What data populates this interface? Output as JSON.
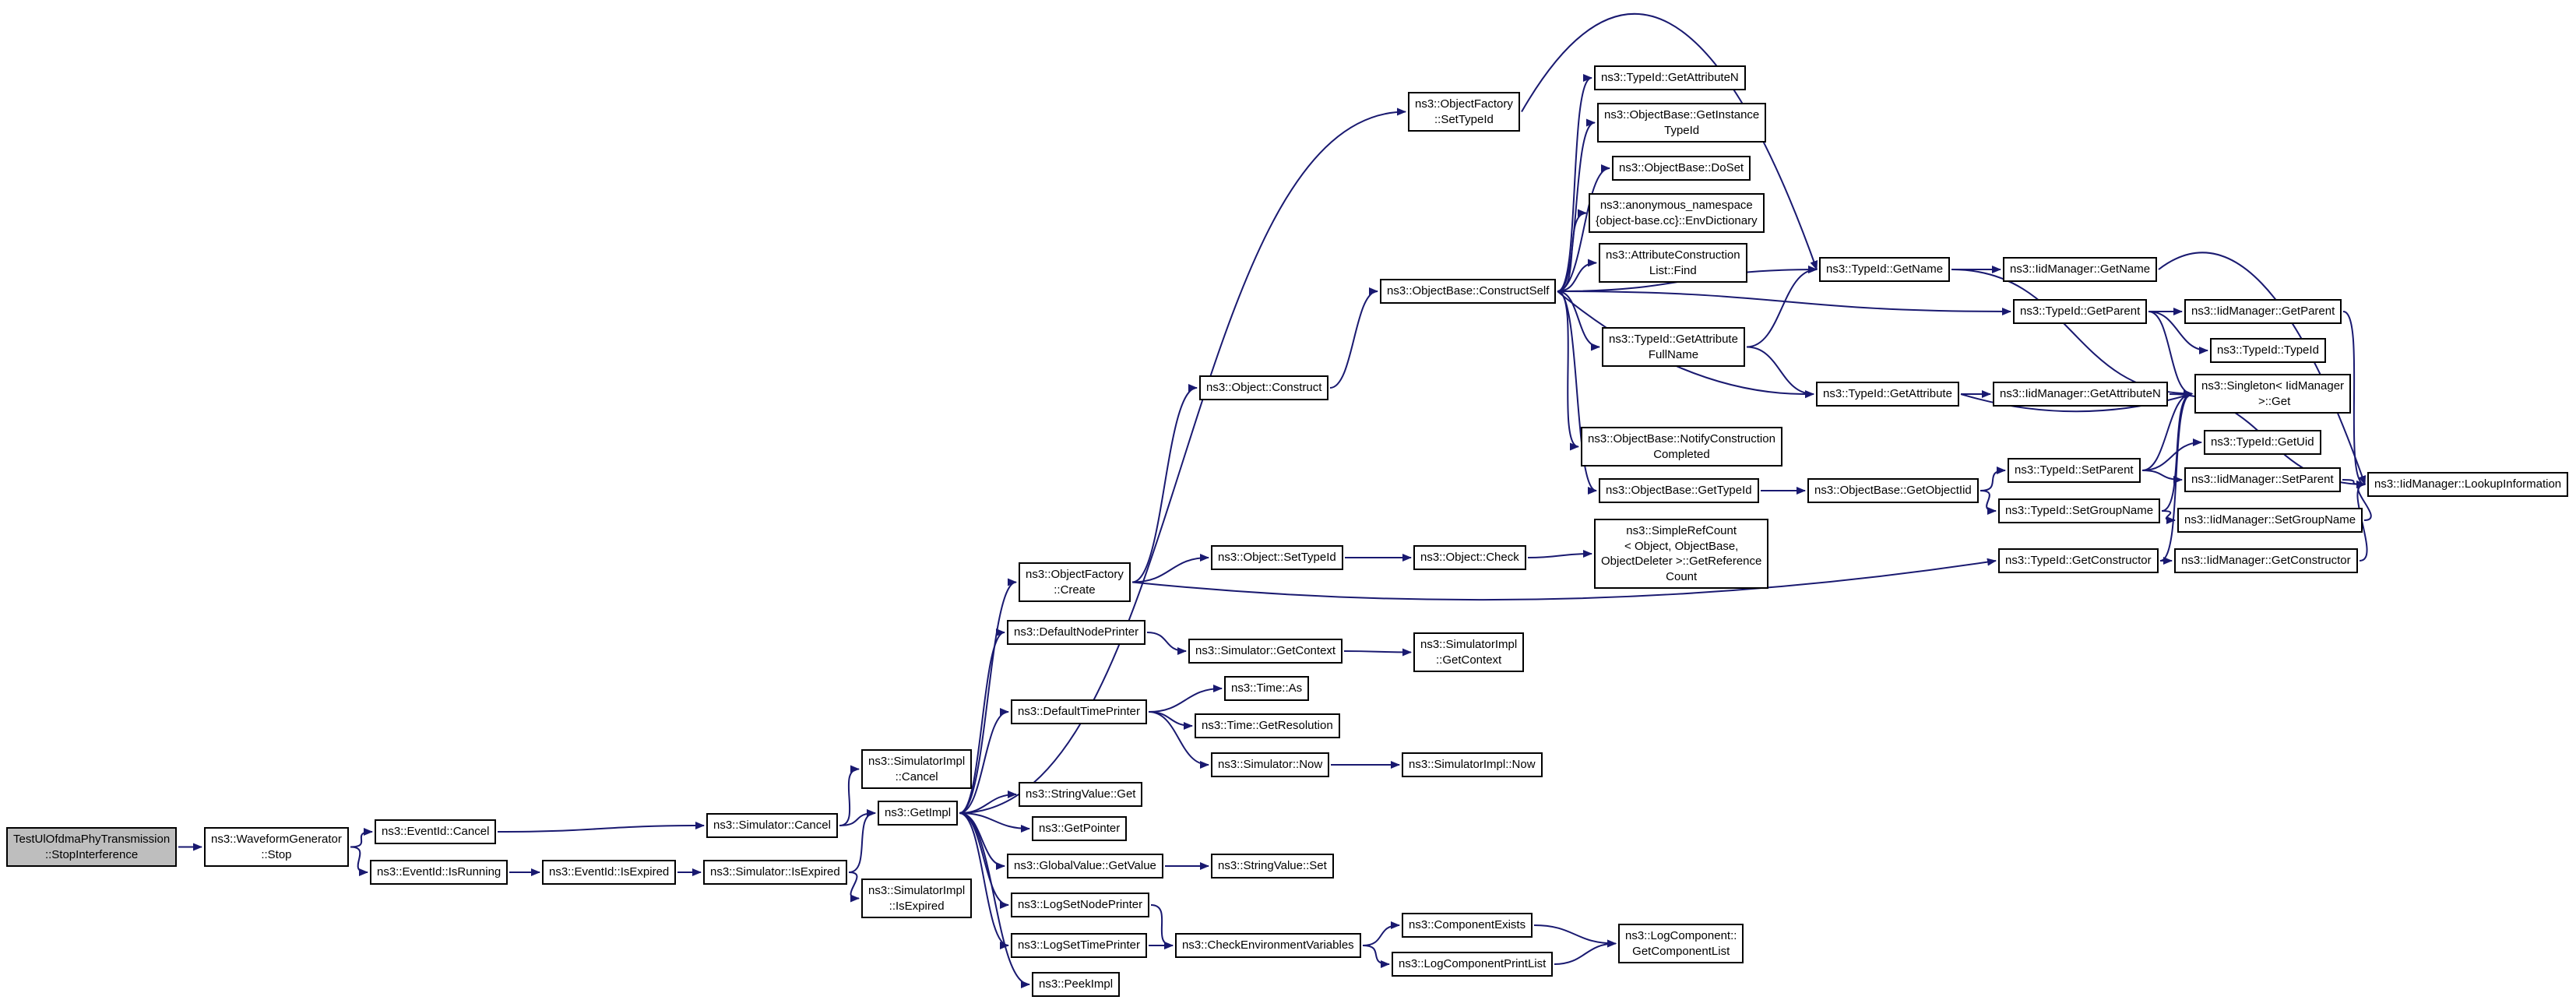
{
  "diagram": {
    "type": "call-graph",
    "background": "#ffffff",
    "edge_color": "#191970",
    "node_fill": "#ffffff",
    "node_border_color": "#000000",
    "root_fill": "#bebebe"
  },
  "nodes": {
    "stop_interference": {
      "label": "TestUlOfdmaPhyTransmission\n::StopInterference"
    },
    "waveform_stop": {
      "label": "ns3::WaveformGenerator\n::Stop"
    },
    "eventid_cancel": {
      "label": "ns3::EventId::Cancel"
    },
    "eventid_isrunning": {
      "label": "ns3::EventId::IsRunning"
    },
    "eventid_isexpired": {
      "label": "ns3::EventId::IsExpired"
    },
    "sim_cancel": {
      "label": "ns3::Simulator::Cancel"
    },
    "sim_isexpired": {
      "label": "ns3::Simulator::IsExpired"
    },
    "simimpl_cancel": {
      "label": "ns3::SimulatorImpl\n::Cancel"
    },
    "simimpl_isexpired": {
      "label": "ns3::SimulatorImpl\n::IsExpired"
    },
    "getimpl": {
      "label": "ns3::GetImpl"
    },
    "of_create": {
      "label": "ns3::ObjectFactory\n::Create"
    },
    "default_node_printer": {
      "label": "ns3::DefaultNodePrinter"
    },
    "default_time_printer": {
      "label": "ns3::DefaultTimePrinter"
    },
    "stringvalue_get": {
      "label": "ns3::StringValue::Get"
    },
    "getpointer": {
      "label": "ns3::GetPointer"
    },
    "globalvalue_getvalue": {
      "label": "ns3::GlobalValue::GetValue"
    },
    "logsetnodeprinter": {
      "label": "ns3::LogSetNodePrinter"
    },
    "logsettimeprinter": {
      "label": "ns3::LogSetTimePrinter"
    },
    "peekimpl": {
      "label": "ns3::PeekImpl"
    },
    "of_settypeid": {
      "label": "ns3::ObjectFactory\n::SetTypeId"
    },
    "object_construct": {
      "label": "ns3::Object::Construct"
    },
    "object_settypeid": {
      "label": "ns3::Object::SetTypeId"
    },
    "sim_getcontext": {
      "label": "ns3::Simulator::GetContext"
    },
    "time_as": {
      "label": "ns3::Time::As"
    },
    "time_getresolution": {
      "label": "ns3::Time::GetResolution"
    },
    "sim_now": {
      "label": "ns3::Simulator::Now"
    },
    "check_env": {
      "label": "ns3::CheckEnvironmentVariables"
    },
    "stringvalue_set": {
      "label": "ns3::StringValue::Set"
    },
    "simimpl_getcontext": {
      "label": "ns3::SimulatorImpl\n::GetContext"
    },
    "simimpl_now": {
      "label": "ns3::SimulatorImpl::Now"
    },
    "component_exists": {
      "label": "ns3::ComponentExists"
    },
    "log_component_print_list": {
      "label": "ns3::LogComponentPrintList"
    },
    "get_component_list": {
      "label": "ns3::LogComponent::\nGetComponentList"
    },
    "object_check": {
      "label": "ns3::Object::Check"
    },
    "getrefcount": {
      "label": "ns3::SimpleRefCount\n< Object, ObjectBase,\nObjectDeleter >::GetReference\nCount"
    },
    "constructself": {
      "label": "ns3::ObjectBase::ConstructSelf"
    },
    "tid_getattributen": {
      "label": "ns3::TypeId::GetAttributeN"
    },
    "getinstancetypeid": {
      "label": "ns3::ObjectBase::GetInstance\nTypeId"
    },
    "doset": {
      "label": "ns3::ObjectBase::DoSet"
    },
    "envdictionary": {
      "label": "ns3::anonymous_namespace\n{object-base.cc}::EnvDictionary"
    },
    "acl_find": {
      "label": "ns3::AttributeConstruction\nList::Find"
    },
    "getattrfullname": {
      "label": "ns3::TypeId::GetAttribute\nFullName"
    },
    "notify_cc": {
      "label": "ns3::ObjectBase::NotifyConstruction\nCompleted"
    },
    "ob_gettypeid": {
      "label": "ns3::ObjectBase::GetTypeId"
    },
    "tid_getname": {
      "label": "ns3::TypeId::GetName"
    },
    "tid_getattribute": {
      "label": "ns3::TypeId::GetAttribute"
    },
    "iid_getname": {
      "label": "ns3::IidManager::GetName"
    },
    "tid_getparent": {
      "label": "ns3::TypeId::GetParent"
    },
    "iid_getattributen": {
      "label": "ns3::IidManager::GetAttributeN"
    },
    "getobjectiid": {
      "label": "ns3::ObjectBase::GetObjectIid"
    },
    "iid_getparent": {
      "label": "ns3::IidManager::GetParent"
    },
    "tid_tid": {
      "label": "ns3::TypeId::TypeId"
    },
    "singleton_get": {
      "label": "ns3::Singleton< IidManager\n >::Get"
    },
    "tid_getuid": {
      "label": "ns3::TypeId::GetUid"
    },
    "tid_setparent": {
      "label": "ns3::TypeId::SetParent"
    },
    "iid_setparent": {
      "label": "ns3::IidManager::SetParent"
    },
    "tid_setgroupname": {
      "label": "ns3::TypeId::SetGroupName"
    },
    "iid_setgroupname": {
      "label": "ns3::IidManager::SetGroupName"
    },
    "tid_getconstructor": {
      "label": "ns3::TypeId::GetConstructor"
    },
    "iid_getconstructor": {
      "label": "ns3::IidManager::GetConstructor"
    },
    "lookupinformation": {
      "label": "ns3::IidManager::LookupInformation"
    }
  },
  "edges": [
    {
      "from": "stop_interference",
      "to": "waveform_stop"
    },
    {
      "from": "waveform_stop",
      "to": "eventid_cancel"
    },
    {
      "from": "waveform_stop",
      "to": "eventid_isrunning"
    },
    {
      "from": "eventid_cancel",
      "to": "sim_cancel"
    },
    {
      "from": "eventid_isrunning",
      "to": "eventid_isexpired"
    },
    {
      "from": "eventid_isexpired",
      "to": "sim_isexpired"
    },
    {
      "from": "sim_cancel",
      "to": "simimpl_cancel"
    },
    {
      "from": "sim_cancel",
      "to": "getimpl"
    },
    {
      "from": "sim_isexpired",
      "to": "simimpl_isexpired"
    },
    {
      "from": "sim_isexpired",
      "to": "getimpl"
    },
    {
      "from": "getimpl",
      "to": "of_settypeid"
    },
    {
      "from": "getimpl",
      "to": "of_create"
    },
    {
      "from": "getimpl",
      "to": "default_node_printer"
    },
    {
      "from": "getimpl",
      "to": "default_time_printer"
    },
    {
      "from": "getimpl",
      "to": "stringvalue_get"
    },
    {
      "from": "getimpl",
      "to": "getpointer"
    },
    {
      "from": "getimpl",
      "to": "globalvalue_getvalue"
    },
    {
      "from": "getimpl",
      "to": "logsetnodeprinter"
    },
    {
      "from": "getimpl",
      "to": "logsettimeprinter"
    },
    {
      "from": "getimpl",
      "to": "peekimpl"
    },
    {
      "from": "of_create",
      "to": "object_construct"
    },
    {
      "from": "of_create",
      "to": "object_settypeid"
    },
    {
      "from": "of_create",
      "to": "tid_getconstructor",
      "bow": 70
    },
    {
      "from": "object_construct",
      "to": "constructself"
    },
    {
      "from": "object_settypeid",
      "to": "object_check"
    },
    {
      "from": "object_check",
      "to": "getrefcount"
    },
    {
      "from": "constructself",
      "to": "tid_getattributen"
    },
    {
      "from": "constructself",
      "to": "getinstancetypeid"
    },
    {
      "from": "constructself",
      "to": "doset"
    },
    {
      "from": "constructself",
      "to": "envdictionary"
    },
    {
      "from": "constructself",
      "to": "acl_find"
    },
    {
      "from": "constructself",
      "to": "getattrfullname"
    },
    {
      "from": "constructself",
      "to": "tid_getattribute",
      "bow": 70
    },
    {
      "from": "constructself",
      "to": "tid_getname"
    },
    {
      "from": "constructself",
      "to": "notify_cc"
    },
    {
      "from": "constructself",
      "to": "ob_gettypeid"
    },
    {
      "from": "constructself",
      "to": "tid_getparent"
    },
    {
      "from": "getattrfullname",
      "to": "tid_getattribute"
    },
    {
      "from": "getattrfullname",
      "to": "tid_getname"
    },
    {
      "from": "tid_getname",
      "to": "iid_getname"
    },
    {
      "from": "tid_getname",
      "to": "singleton_get"
    },
    {
      "from": "iid_getname",
      "to": "lookupinformation",
      "bow": -240
    },
    {
      "from": "tid_getparent",
      "to": "iid_getparent"
    },
    {
      "from": "tid_getparent",
      "to": "tid_tid"
    },
    {
      "from": "tid_getparent",
      "to": "singleton_get"
    },
    {
      "from": "iid_getparent",
      "to": "lookupinformation"
    },
    {
      "from": "tid_getattribute",
      "to": "iid_getattributen"
    },
    {
      "from": "tid_getattribute",
      "to": "singleton_get",
      "bow": 45
    },
    {
      "from": "iid_getattributen",
      "to": "lookupinformation"
    },
    {
      "from": "ob_gettypeid",
      "to": "getobjectiid"
    },
    {
      "from": "getobjectiid",
      "to": "tid_setparent"
    },
    {
      "from": "getobjectiid",
      "to": "tid_setgroupname"
    },
    {
      "from": "tid_setparent",
      "to": "iid_setparent"
    },
    {
      "from": "tid_setparent",
      "to": "singleton_get"
    },
    {
      "from": "tid_setparent",
      "to": "tid_getuid"
    },
    {
      "from": "iid_setparent",
      "to": "lookupinformation"
    },
    {
      "from": "tid_setgroupname",
      "to": "iid_setgroupname"
    },
    {
      "from": "tid_setgroupname",
      "to": "singleton_get"
    },
    {
      "from": "iid_setgroupname",
      "to": "lookupinformation"
    },
    {
      "from": "tid_getconstructor",
      "to": "iid_getconstructor"
    },
    {
      "from": "tid_getconstructor",
      "to": "singleton_get"
    },
    {
      "from": "iid_getconstructor",
      "to": "lookupinformation"
    },
    {
      "from": "of_settypeid",
      "to": "tid_getname",
      "bow": -430
    },
    {
      "from": "default_node_printer",
      "to": "sim_getcontext"
    },
    {
      "from": "sim_getcontext",
      "to": "simimpl_getcontext"
    },
    {
      "from": "default_time_printer",
      "to": "time_as"
    },
    {
      "from": "default_time_printer",
      "to": "time_getresolution"
    },
    {
      "from": "default_time_printer",
      "to": "sim_now"
    },
    {
      "from": "sim_now",
      "to": "simimpl_now"
    },
    {
      "from": "globalvalue_getvalue",
      "to": "stringvalue_set"
    },
    {
      "from": "logsetnodeprinter",
      "to": "check_env"
    },
    {
      "from": "logsettimeprinter",
      "to": "check_env"
    },
    {
      "from": "check_env",
      "to": "component_exists"
    },
    {
      "from": "check_env",
      "to": "log_component_print_list"
    },
    {
      "from": "component_exists",
      "to": "get_component_list"
    },
    {
      "from": "log_component_print_list",
      "to": "get_component_list"
    }
  ]
}
